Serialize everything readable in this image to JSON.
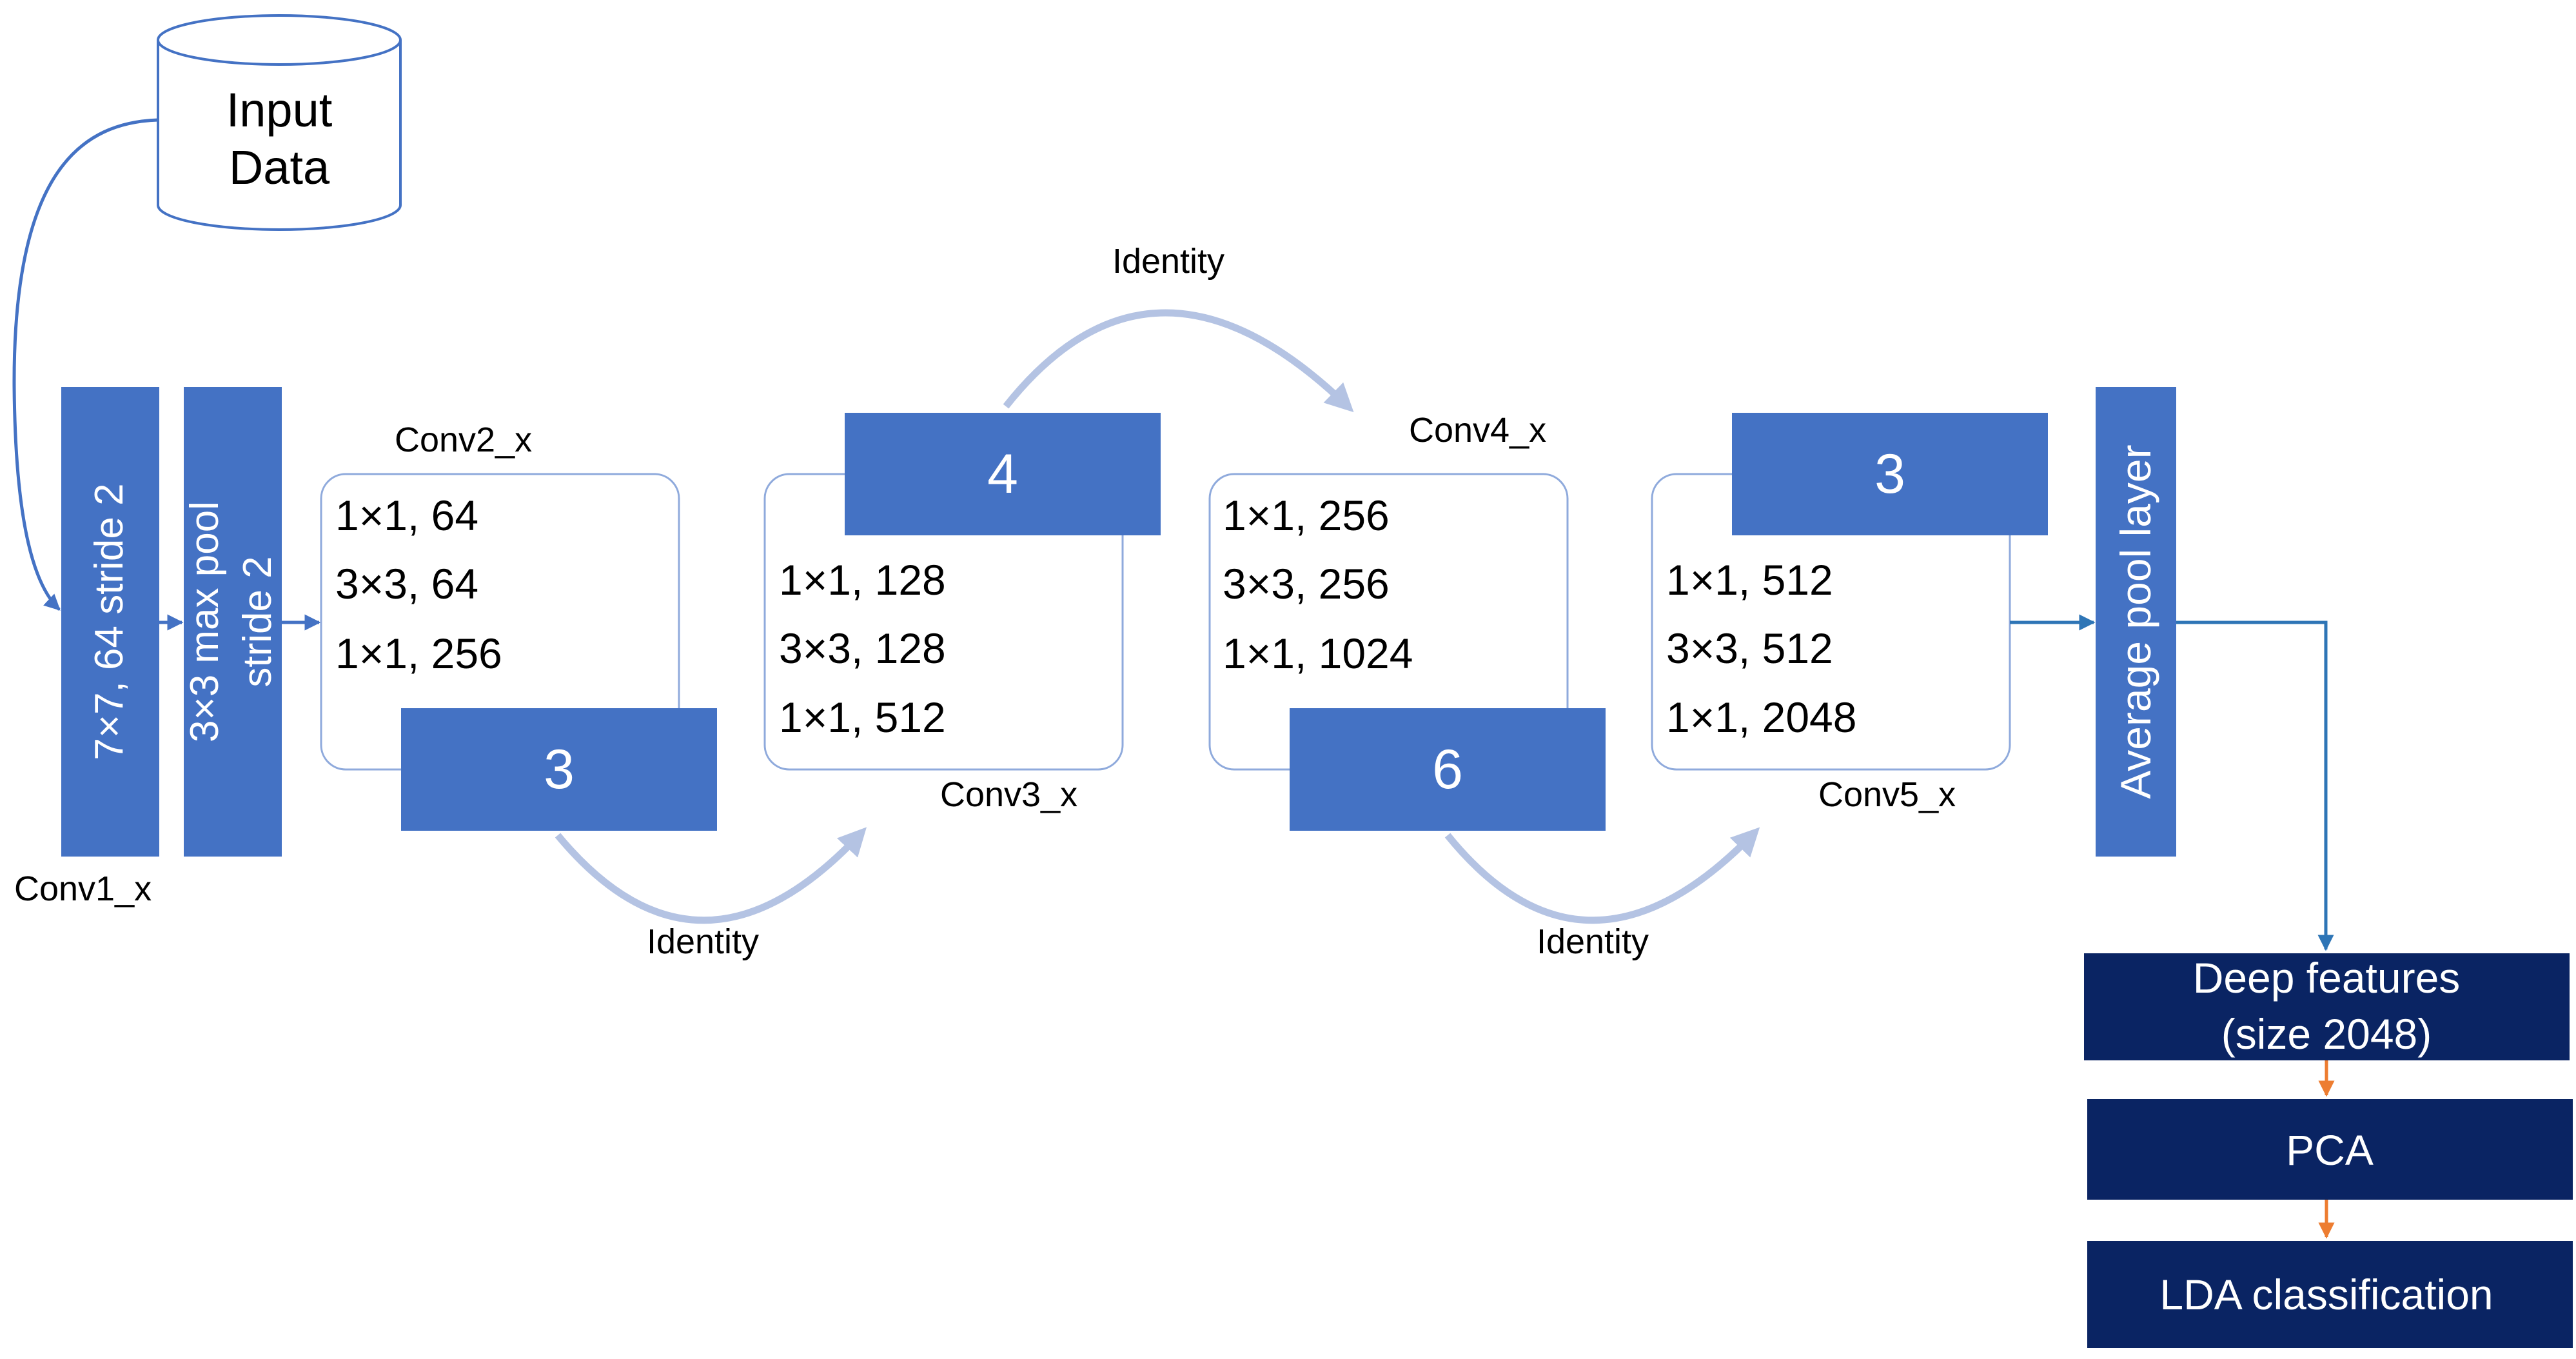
{
  "input": {
    "line1": "Input",
    "line2": "Data"
  },
  "conv1": {
    "label": "Conv1_x",
    "conv_text": "7×7, 64 stride 2",
    "pool_line1": "3×3 max pool",
    "pool_line2": "stride 2"
  },
  "stages": [
    {
      "name": "Conv2_x",
      "layers": [
        "1×1, 64",
        "3×3, 64",
        "1×1, 256"
      ],
      "repeat": "3"
    },
    {
      "name": "Conv3_x",
      "layers": [
        "1×1, 128",
        "3×3, 128",
        "1×1, 512"
      ],
      "repeat": "4"
    },
    {
      "name": "Conv4_x",
      "layers": [
        "1×1, 256",
        "3×3, 256",
        "1×1, 1024"
      ],
      "repeat": "6"
    },
    {
      "name": "Conv5_x",
      "layers": [
        "1×1, 512",
        "3×3, 512",
        "1×1, 2048"
      ],
      "repeat": "3"
    }
  ],
  "identity": [
    "Identity",
    "Identity",
    "Identity"
  ],
  "avg_pool": "Average pool layer",
  "flow": {
    "deep_line1": "Deep features",
    "deep_line2": "(size 2048)",
    "pca": "PCA",
    "lda": "LDA classification"
  },
  "colors": {
    "block_blue": "#4472C4",
    "dark_navy": "#0A2463",
    "arc_lavender": "#B4C3E3",
    "arrow_orange": "#ED7D31"
  }
}
